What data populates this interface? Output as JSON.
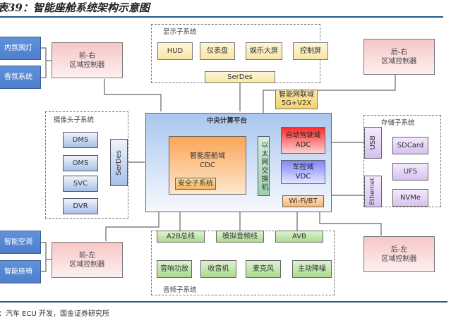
{
  "title": "表39：智能座舱系统架构示意图",
  "colors": {
    "rule": "#1f5b86",
    "zone_controller": "#f7c6c6",
    "body_ecu": "#4d7fcc",
    "central": "#a9c6ee",
    "cdc": "#fba656",
    "adc": "#ff2a2a",
    "vdc": "#7f86ff"
  },
  "left_ecus": {
    "top": [
      "内氛围灯",
      "香氛系统"
    ],
    "bottom": [
      "智能空调",
      "智能座椅"
    ]
  },
  "zone_controllers": {
    "front_right": {
      "line1": "前-右",
      "line2": "区域控制器"
    },
    "rear_right": {
      "line1": "后-右",
      "line2": "区域控制器"
    },
    "front_left": {
      "line1": "前-左",
      "line2": "区域控制器"
    },
    "rear_left": {
      "line1": "后-左",
      "line2": "区域控制器"
    }
  },
  "display_subsystem": {
    "label": "显示子系统",
    "items": [
      "HUD",
      "仪表盘",
      "娱乐大屏",
      "控制屏"
    ],
    "serdes": "SerDes"
  },
  "camera_subsystem": {
    "label": "摄像头子系统",
    "items": [
      "DMS",
      "OMS",
      "SVC",
      "DVR"
    ],
    "serdes": "SerDes"
  },
  "connectivity": {
    "line1": "智能网联域",
    "line2": "5G+V2X"
  },
  "central_platform": {
    "label": "中央计算平台",
    "cdc": {
      "line1": "智能座舱域",
      "line2": "CDC",
      "safety": "安全子系统"
    },
    "ethernet_switch": "以太网交换机",
    "adc": {
      "line1": "自动驾驶域",
      "line2": "ADC"
    },
    "vdc": {
      "line1": "车控域",
      "line2": "VDC"
    },
    "wifi": "Wi-Fi/BT"
  },
  "storage_subsystem": {
    "label": "存储子系统",
    "interfaces": [
      "USB",
      "Ethernet"
    ],
    "items": [
      "SDCard",
      "UFS",
      "NVMe"
    ]
  },
  "audio_subsystem": {
    "label": "音频子系统",
    "buses": [
      "A2B总线",
      "模拟音频线",
      "AVB"
    ],
    "items": [
      "音响功放",
      "收音机",
      "麦克风",
      "主动降噪"
    ]
  },
  "source": "：汽车 ECU 开发，国金证券研究所"
}
